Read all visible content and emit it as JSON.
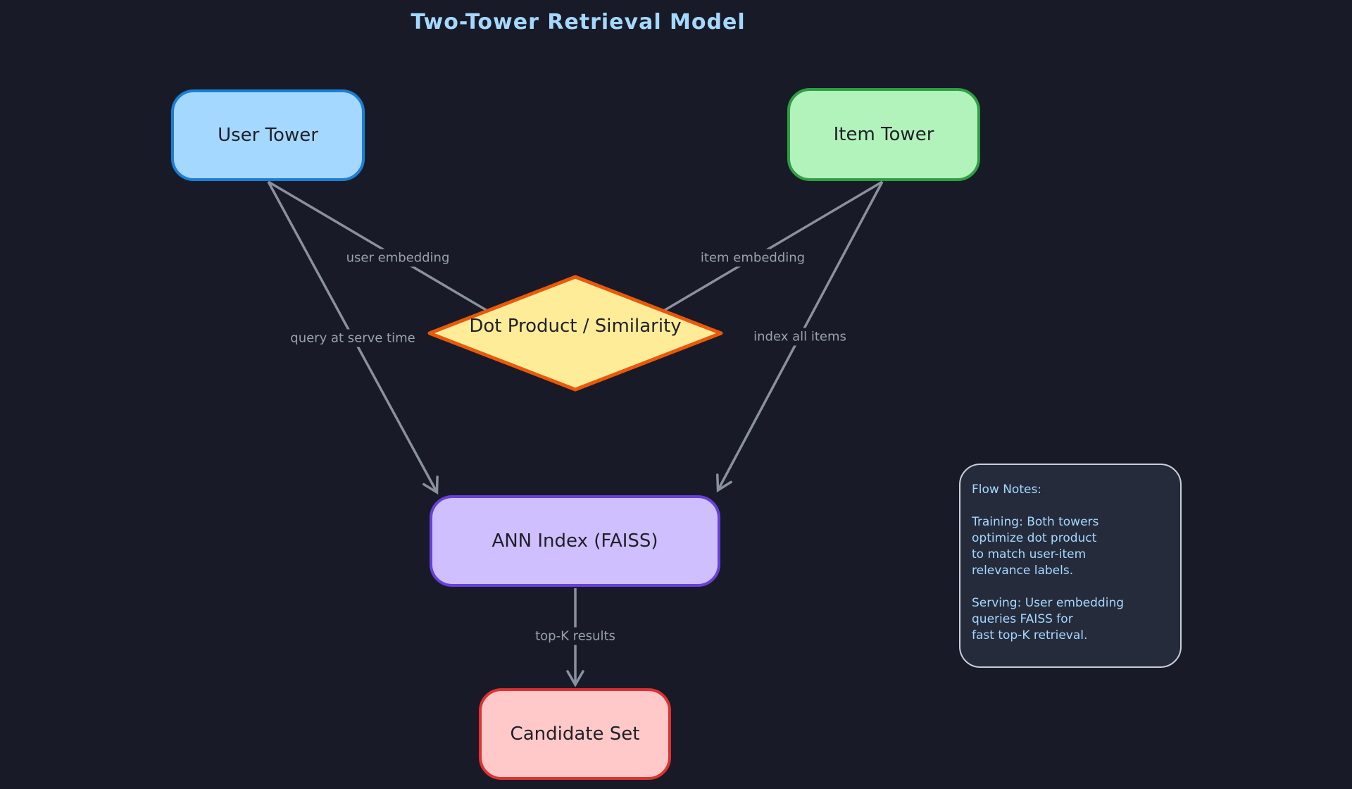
{
  "title": "Two-Tower Retrieval Model",
  "canvas": {
    "background": "#181b27",
    "arrow_color": "#8a919d",
    "edge_label_color": "#99a1ad",
    "title_color": "#a5d8ff"
  },
  "nodes": {
    "user_tower": {
      "label": "User Tower",
      "fill": "#a5d8ff",
      "stroke": "#1c7ed6"
    },
    "item_tower": {
      "label": "Item Tower",
      "fill": "#b2f2bb",
      "stroke": "#2f9e44"
    },
    "dot_product": {
      "label": "Dot Product / Similarity",
      "fill": "#ffec99",
      "stroke": "#e8590c"
    },
    "ann_index": {
      "label": "ANN Index (FAISS)",
      "fill": "#d0bfff",
      "stroke": "#6741d9"
    },
    "candidate_set": {
      "label": "Candidate Set",
      "fill": "#ffc9c9",
      "stroke": "#e03131"
    }
  },
  "edges": {
    "user_embedding": {
      "label": "user embedding",
      "from": "user_tower",
      "to": "dot_product"
    },
    "query_serve_time": {
      "label": "query at serve time",
      "from": "user_tower",
      "to": "ann_index"
    },
    "item_embedding": {
      "label": "item embedding",
      "from": "item_tower",
      "to": "dot_product"
    },
    "index_all_items": {
      "label": "index all items",
      "from": "item_tower",
      "to": "ann_index"
    },
    "top_k_results": {
      "label": "top-K results",
      "from": "ann_index",
      "to": "candidate_set"
    }
  },
  "notes": {
    "title": "Flow Notes:",
    "training": "Training: Both towers\noptimize dot product\nto match user-item\nrelevance labels.",
    "serving": "Serving: User embedding\nqueries FAISS for\nfast top-K retrieval.",
    "fill": "#262b3c",
    "stroke": "#c9ced9",
    "text_color": "#a5d8ff"
  }
}
